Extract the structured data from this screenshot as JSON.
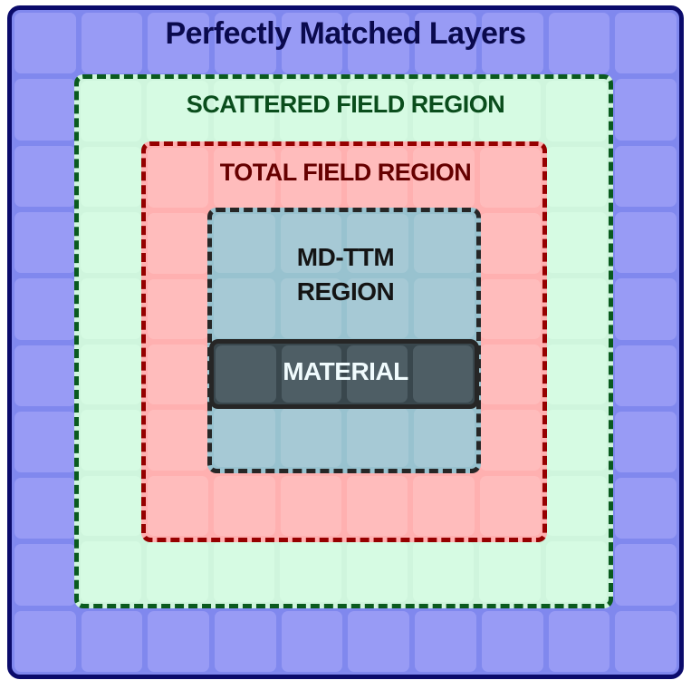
{
  "diagram": {
    "title": "Perfectly Matched Layers",
    "regions": [
      {
        "id": "pml",
        "label": "Perfectly Matched Layers",
        "border": "solid",
        "border_color": "#0b0b6b",
        "fill": "#989bf5"
      },
      {
        "id": "scattered",
        "label": "SCATTERED FIELD REGION",
        "border": "dashed",
        "border_color": "#0a5a1e",
        "fill": "#d6fbe3"
      },
      {
        "id": "total",
        "label": "TOTAL FIELD REGION",
        "border": "dashed",
        "border_color": "#960000",
        "fill": "#ffbcbc"
      },
      {
        "id": "mdttm",
        "label_line1": "MD-TTM",
        "label_line2": "REGION",
        "border": "dashed",
        "border_color": "#262626",
        "fill": "#a6c9d5"
      },
      {
        "id": "material",
        "label": "MATERIAL",
        "border": "solid",
        "border_color": "#262626",
        "fill": "#4e5e65"
      }
    ],
    "grid": {
      "columns": 10,
      "rows": 10
    }
  }
}
